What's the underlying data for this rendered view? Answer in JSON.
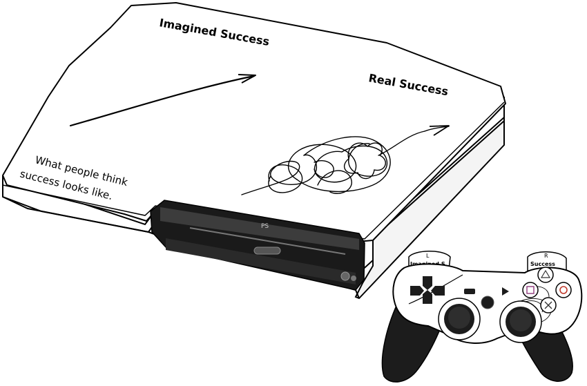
{
  "skin": {
    "labels": {
      "imagined": "Imagined Success",
      "real": "Real Success",
      "caption_line1": "What people think",
      "caption_line2": "success looks like."
    }
  },
  "controller": {
    "left_trigger": "L",
    "right_trigger": "R",
    "left_shoulder_text": "Imagined S",
    "right_shoulder_text": "Success"
  },
  "colors": {
    "skin_white": "#ffffff",
    "outline": "#000000",
    "slot_dark": "#1a1a1a",
    "controller_black": "#1c1c1c",
    "button_red": "#c0392b"
  }
}
